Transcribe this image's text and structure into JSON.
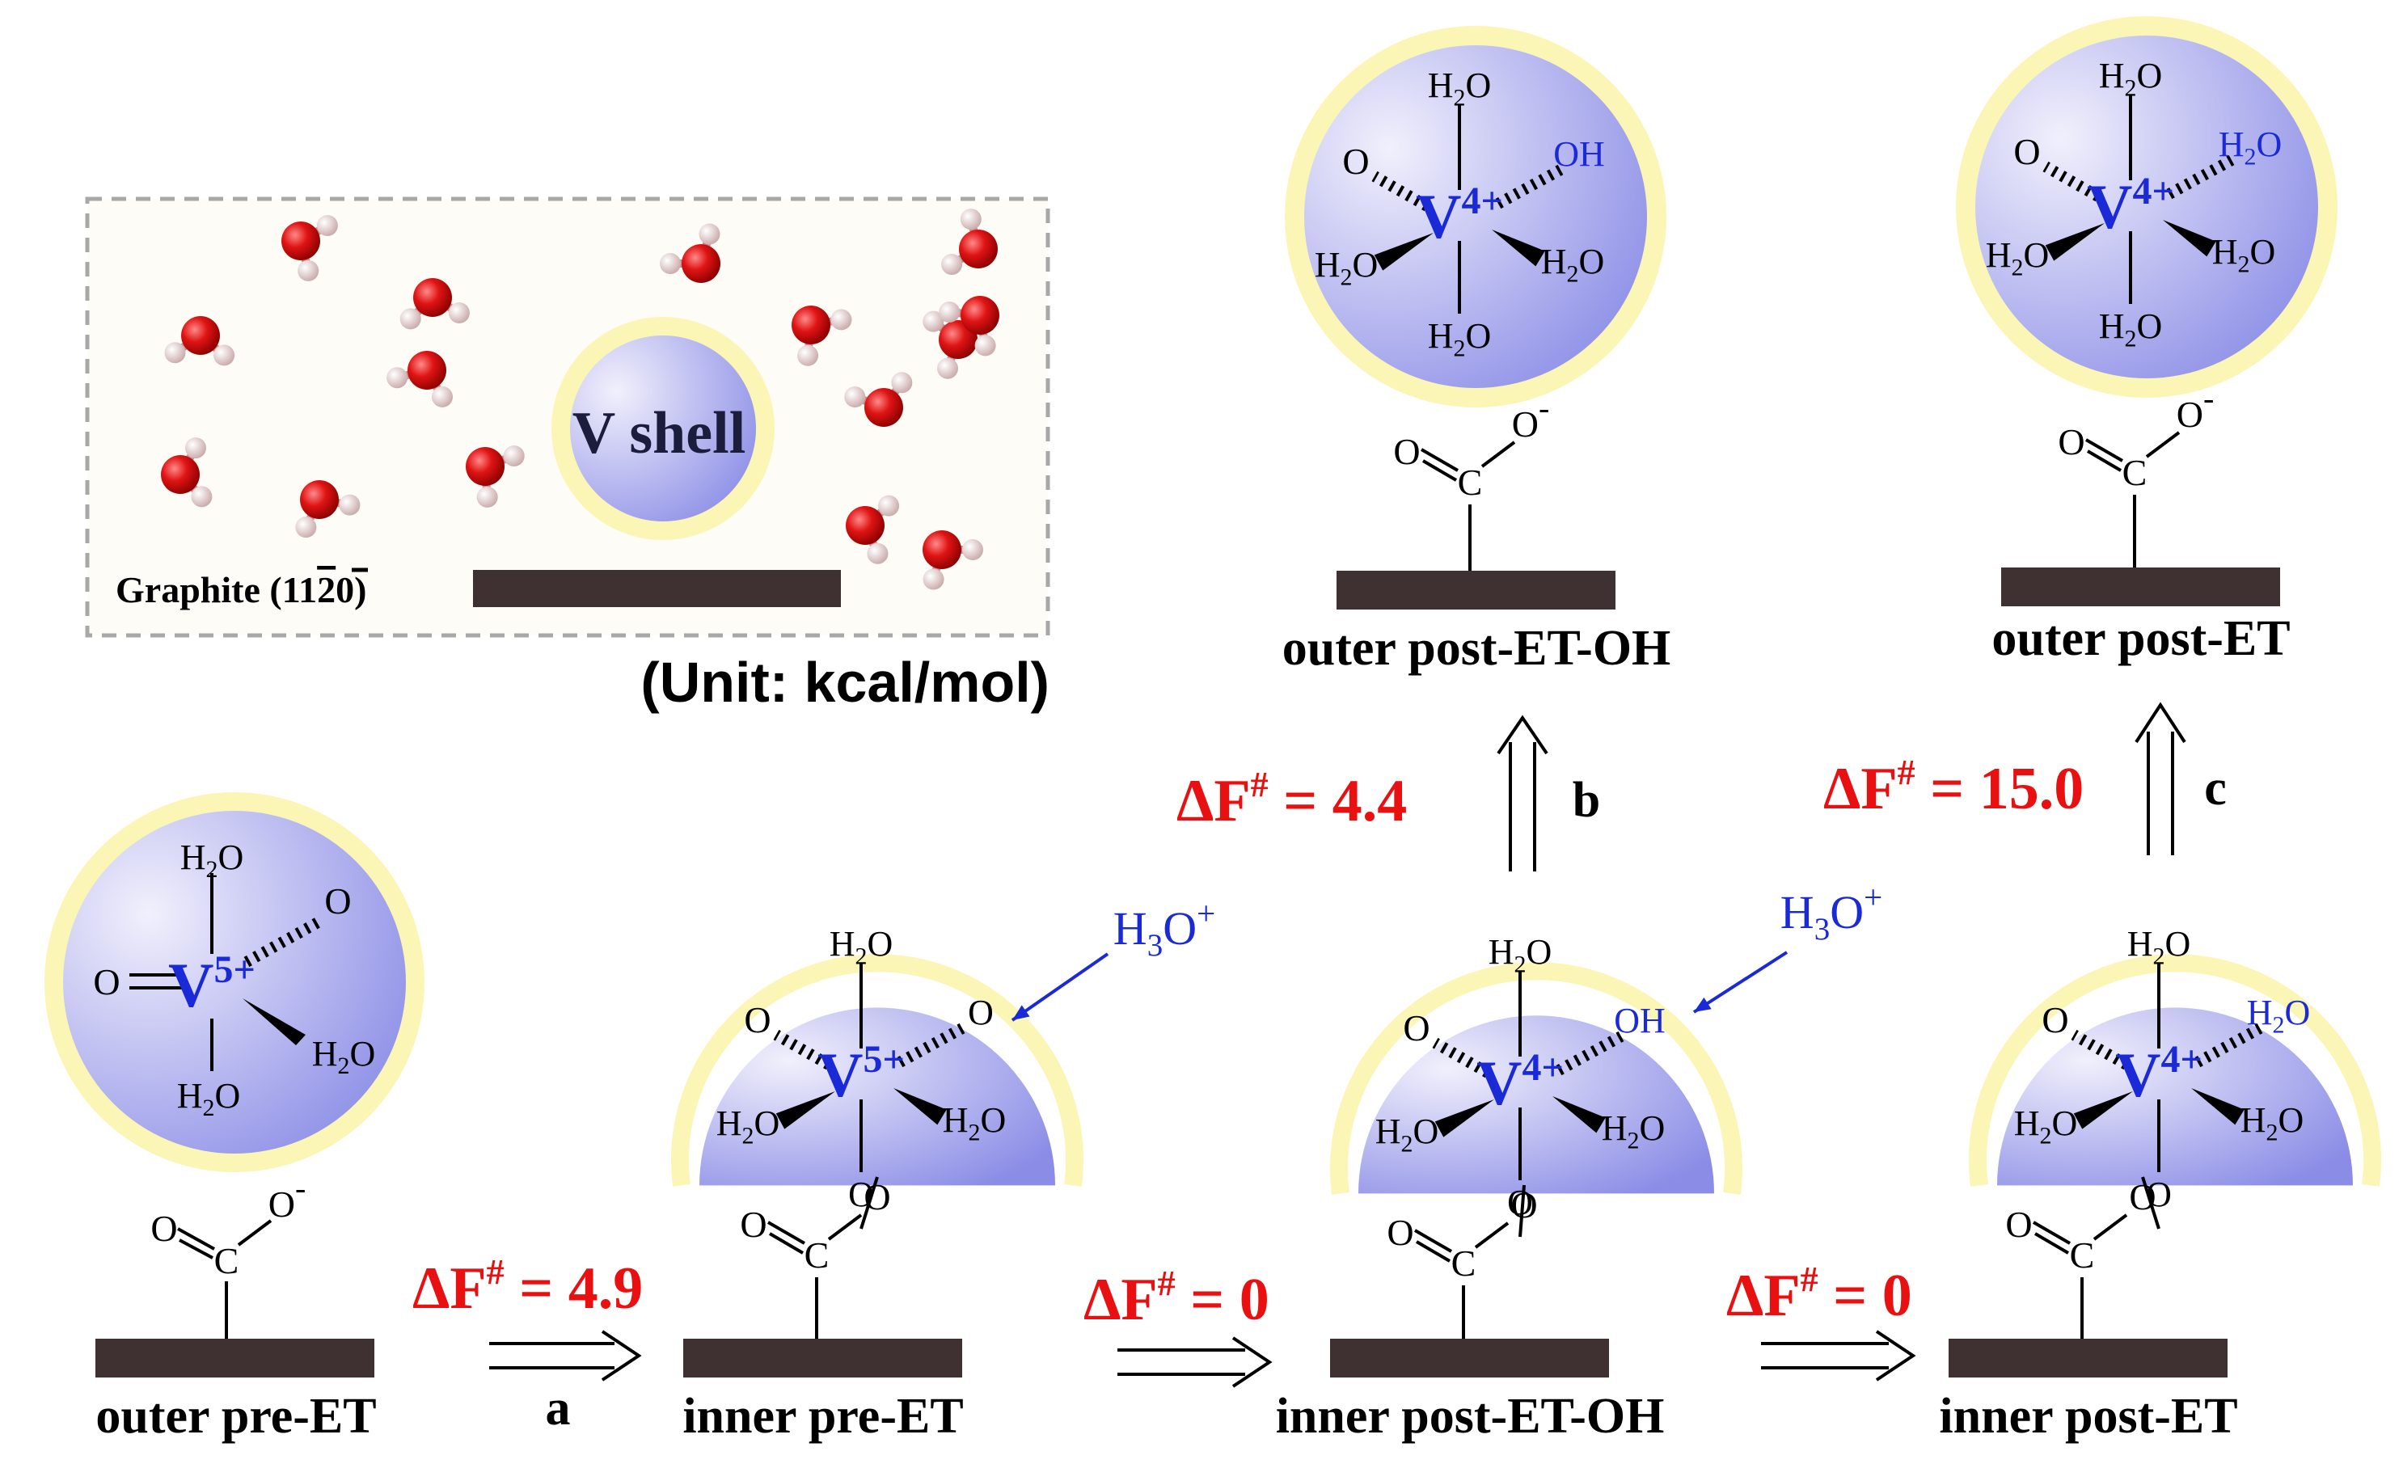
{
  "inset": {
    "shell_label": "V shell",
    "surface_label_prefix": "Graphite (11",
    "surface_label_bar": "2",
    "surface_label_suffix": "0)",
    "unit_label": "(Unit: kcal/mol)"
  },
  "states": [
    {
      "id": "outer-pre-ET",
      "label": "outer pre-ET",
      "metal_symbol": "V",
      "oxidation": "5+",
      "ligands": {
        "top": "H2O",
        "right_top": "O",
        "right_bottom": "H2O",
        "left": "O",
        "bottom": "H2O"
      },
      "anchor_top_right": "O",
      "anchor_charge": "-",
      "anchor_left": "O",
      "anchor_carbon": "C"
    },
    {
      "id": "inner-pre-ET",
      "label": "inner pre-ET",
      "metal_symbol": "V",
      "oxidation": "5+",
      "ligands": {
        "top": "H2O",
        "upper_left": "O",
        "upper_right": "O",
        "lower_left": "H2O",
        "lower_right": "H2O",
        "bottom": "O"
      },
      "anchor_left": "O",
      "anchor_carbon": "C",
      "anchor_top_right": "O",
      "attacker": "H3O+"
    },
    {
      "id": "inner-post-ET-OH",
      "label": "inner post-ET-OH",
      "metal_symbol": "V",
      "oxidation": "4+",
      "ligands": {
        "top": "H2O",
        "upper_left": "O",
        "upper_right": "OH",
        "lower_left": "H2O",
        "lower_right": "H2O",
        "bottom": "O"
      },
      "anchor_left": "O",
      "anchor_carbon": "C",
      "anchor_top_right": "O",
      "attacker": "H3O+"
    },
    {
      "id": "inner-post-ET",
      "label": "inner post-ET",
      "metal_symbol": "V",
      "oxidation": "4+",
      "ligands": {
        "top": "H2O",
        "upper_left": "O",
        "upper_right": "H2O",
        "lower_left": "H2O",
        "lower_right": "H2O",
        "bottom": "O"
      },
      "anchor_left": "O",
      "anchor_carbon": "C",
      "anchor_top_right": "O"
    },
    {
      "id": "outer-post-ET-OH",
      "label": "outer post-ET-OH",
      "metal_symbol": "V",
      "oxidation": "4+",
      "ligands": {
        "top": "H2O",
        "upper_left": "O",
        "upper_right": "OH",
        "lower_left": "H2O",
        "lower_right": "H2O",
        "bottom": "H2O"
      },
      "anchor_left": "O",
      "anchor_carbon": "C",
      "anchor_top_right": "O",
      "anchor_charge": "-"
    },
    {
      "id": "outer-post-ET",
      "label": "outer post-ET",
      "metal_symbol": "V",
      "oxidation": "4+",
      "ligands": {
        "top": "H2O",
        "upper_left": "O",
        "upper_right": "H2O",
        "lower_left": "H2O",
        "lower_right": "H2O",
        "bottom": "H2O"
      },
      "anchor_left": "O",
      "anchor_carbon": "C",
      "anchor_top_right": "O",
      "anchor_charge": "-"
    }
  ],
  "transitions": [
    {
      "id": "a",
      "letter": "a",
      "barrier": "ΔF# = 4.9",
      "barrier_base": "ΔF",
      "barrier_sup": "#",
      "barrier_value": " = 4.9"
    },
    {
      "id": "b",
      "letter": "b",
      "barrier": "ΔF# = 4.4",
      "barrier_base": "ΔF",
      "barrier_sup": "#",
      "barrier_value": " = 4.4"
    },
    {
      "id": "c",
      "letter": "c",
      "barrier": "ΔF# = 15.0",
      "barrier_base": "ΔF",
      "barrier_sup": "#",
      "barrier_value": " = 15.0"
    },
    {
      "id": "ab",
      "letter": "",
      "barrier": "ΔF# = 0",
      "barrier_base": "ΔF",
      "barrier_sup": "#",
      "barrier_value": " = 0"
    },
    {
      "id": "bc",
      "letter": "",
      "barrier": "ΔF# = 0",
      "barrier_base": "ΔF",
      "barrier_sup": "#",
      "barrier_value": " = 0"
    }
  ],
  "colors": {
    "halo": "#fbf5b6",
    "sphere_light": "#ecebfb",
    "sphere_dark": "#8e8fe8",
    "metal": "#1a2ad6",
    "attacker": "#1a2ad6",
    "barrier": "#e81010",
    "surface": "#3f3131",
    "oxygen": "#d81010",
    "hydrogen": "#f2d6d6",
    "inset_bg": "#fdfcf7",
    "inset_border": "#a8a8a8",
    "text": "#000000"
  }
}
